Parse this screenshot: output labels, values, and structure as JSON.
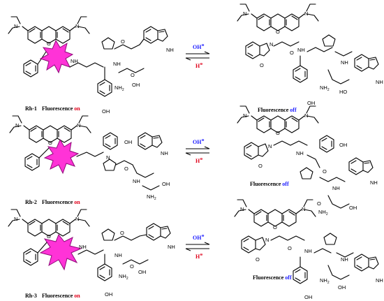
{
  "rows": [
    {
      "label": "Rh-1",
      "fluor_prefix": "Fluorescence",
      "state_on": "on",
      "state_off": "off",
      "forward_reagent": "OH",
      "backward_reagent": "H",
      "forward_color": "#1a1aff",
      "backward_color": "#e0001a"
    },
    {
      "label": "Rh-2",
      "fluor_prefix": "Fluorescence",
      "state_on": "on",
      "state_off": "off",
      "forward_reagent": "OH",
      "backward_reagent": "H",
      "forward_color": "#1a1aff",
      "backward_color": "#e0001a"
    },
    {
      "label": "Rh-3",
      "fluor_prefix": "Fluorescence",
      "state_on": "on",
      "state_off": "off",
      "forward_reagent": "OH",
      "backward_reagent": "H",
      "forward_color": "#1a1aff",
      "backward_color": "#e0001a"
    }
  ],
  "superscript": "⊖",
  "atoms": {
    "N": "N",
    "O": "O",
    "NH": "NH",
    "NH2": "NH",
    "OH": "OH",
    "HO": "HO",
    "two": "2"
  },
  "colors": {
    "on": "#e0001a",
    "off": "#1a1aff",
    "burst": "#ff2bd6",
    "burst_edge": "#8a0073",
    "ink": "#000000"
  }
}
